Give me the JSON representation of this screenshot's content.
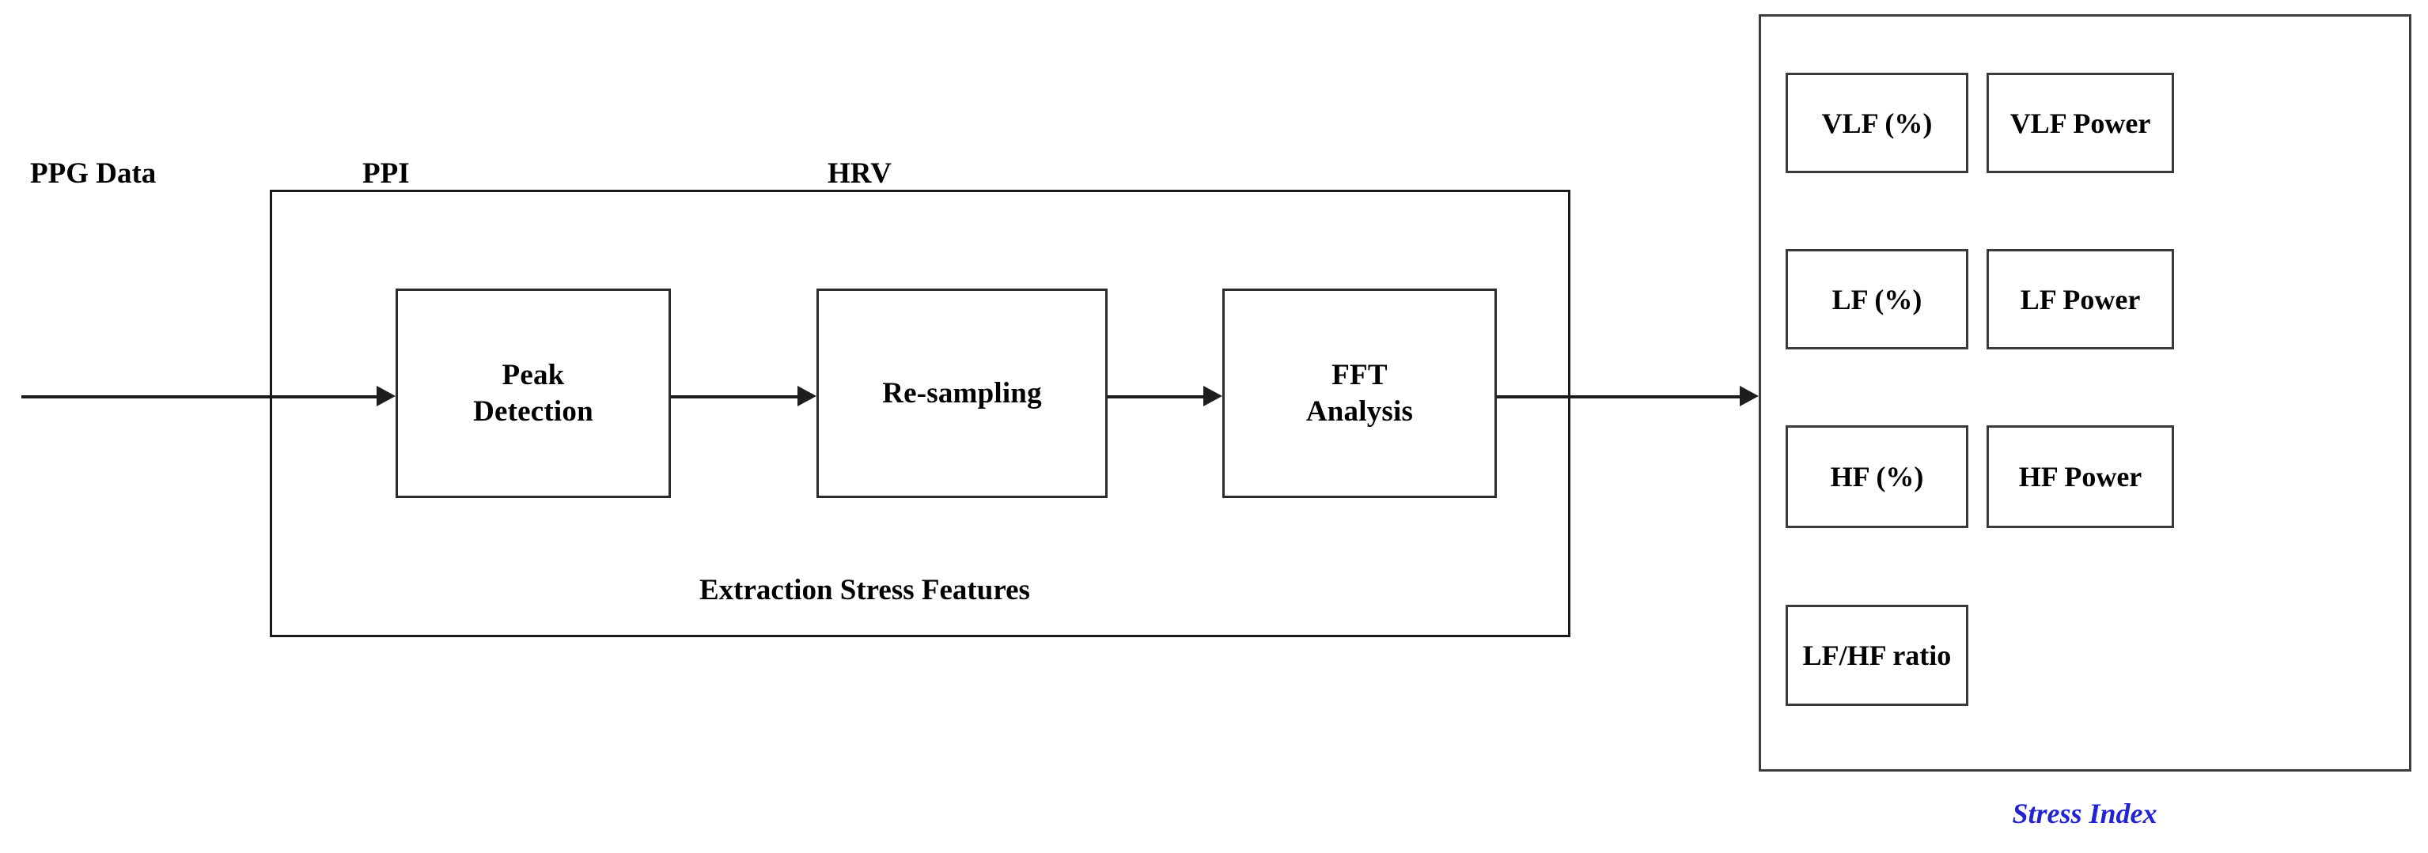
{
  "diagram": {
    "title_hidden": "",
    "flow_labels": {
      "input": "PPG Data",
      "between_peak_and_resample": "PPI",
      "output": "HRV"
    },
    "group": {
      "caption": "Extraction Stress Features"
    },
    "process_blocks": [
      {
        "id": "peak-detection",
        "line1": "Peak",
        "line2": "Detection"
      },
      {
        "id": "re-sampling",
        "line1": "Re-sampling",
        "line2": ""
      },
      {
        "id": "fft-analysis",
        "line1": "FFT",
        "line2": "Analysis"
      }
    ],
    "results_panel": {
      "features": [
        {
          "id": "vlf-percent",
          "label": "VLF (%)"
        },
        {
          "id": "vlf-power",
          "label": "VLF Power"
        },
        {
          "id": "lf-percent",
          "label": "LF (%)"
        },
        {
          "id": "lf-power",
          "label": "LF Power"
        },
        {
          "id": "hf-percent",
          "label": "HF (%)"
        },
        {
          "id": "hf-power",
          "label": "HF Power"
        },
        {
          "id": "lf-hf-ratio",
          "label": "LF/HF ratio"
        }
      ],
      "caption": "Stress Index",
      "caption_color": "#2323d6"
    },
    "colors": {
      "box_border": "#2b2b2b",
      "panel_border": "#3c3c3c",
      "feature_border": "#3a3a3a",
      "connector": "#1d1d1d",
      "text": "#000000",
      "background": "#ffffff",
      "accent": "#2323d6"
    }
  }
}
